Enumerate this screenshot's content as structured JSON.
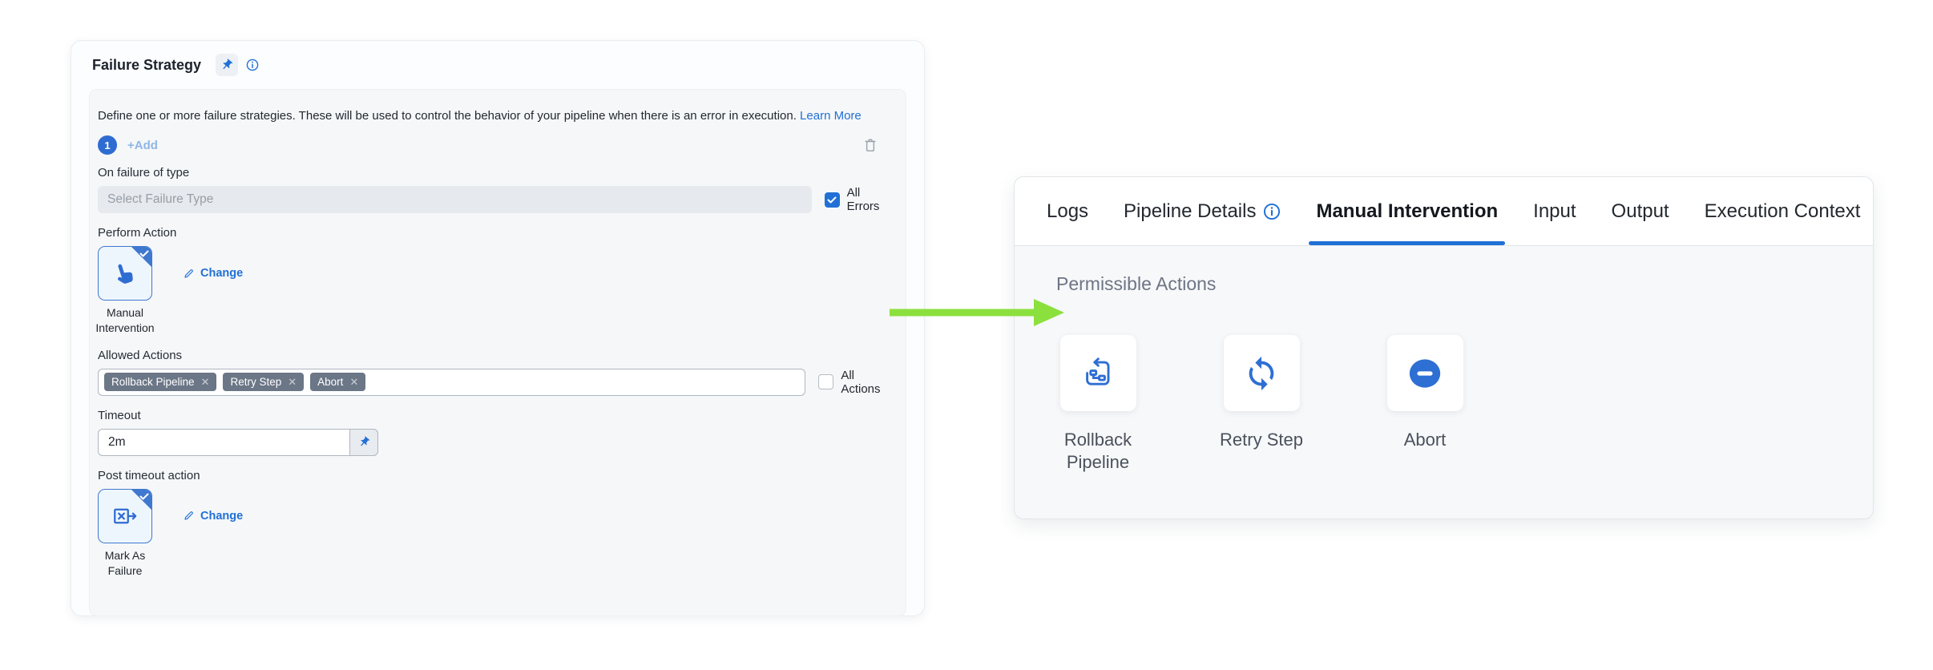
{
  "left_panel": {
    "title": "Failure Strategy",
    "description": "Define one or more failure strategies. These will be used to control the behavior of your pipeline when there is an error in execution.",
    "learn_more_label": "Learn More",
    "strategy_index": "1",
    "add_label": "+Add",
    "fields": {
      "failure_type": {
        "label": "On failure of type",
        "placeholder": "Select Failure Type"
      },
      "all_errors": {
        "label": "All Errors",
        "checked": true
      },
      "perform_action": {
        "label": "Perform Action",
        "selected": "Manual Intervention",
        "change_label": "Change"
      },
      "allowed_actions": {
        "label": "Allowed Actions",
        "tags": [
          "Rollback Pipeline",
          "Retry Step",
          "Abort"
        ],
        "all_actions_label": "All Actions",
        "all_actions_checked": false
      },
      "timeout": {
        "label": "Timeout",
        "value": "2m"
      },
      "post_timeout": {
        "label": "Post timeout action",
        "selected": "Mark As Failure",
        "change_label": "Change"
      }
    }
  },
  "right_panel": {
    "tabs": [
      {
        "label": "Logs",
        "active": false
      },
      {
        "label": "Pipeline Details",
        "active": false,
        "has_info_icon": true
      },
      {
        "label": "Manual Intervention",
        "active": true
      },
      {
        "label": "Input",
        "active": false
      },
      {
        "label": "Output",
        "active": false
      },
      {
        "label": "Execution Context",
        "active": false
      }
    ],
    "section_title": "Permissible Actions",
    "actions": [
      {
        "label": "Rollback Pipeline",
        "icon": "rollback-pipeline-icon"
      },
      {
        "label": "Retry Step",
        "icon": "retry-step-icon"
      },
      {
        "label": "Abort",
        "icon": "abort-icon"
      }
    ]
  },
  "icons": {
    "remove_tag": "✕"
  },
  "colors": {
    "primary_blue": "#2170d6",
    "badge_blue": "#2e6cd1",
    "icon_blue": "#2e6fd3",
    "selected_border": "#3f78cf",
    "selected_bg": "#eef6fd",
    "tag_gray": "#6b7686",
    "arrow_green": "#8ce03e"
  }
}
